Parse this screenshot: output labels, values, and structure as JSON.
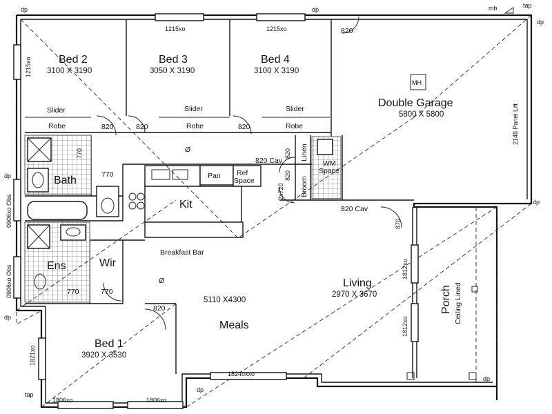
{
  "rooms": {
    "bed2": {
      "name": "Bed 2",
      "size": "3100 X 3190"
    },
    "bed3": {
      "name": "Bed 3",
      "size": "3050 X 3190"
    },
    "bed4": {
      "name": "Bed 4",
      "size": "3100 X 3190"
    },
    "garage": {
      "name": "Double Garage",
      "size": "5800 X 5800"
    },
    "bath": {
      "name": "Bath"
    },
    "kit": {
      "name": "Kit"
    },
    "pan": {
      "name": "Pan"
    },
    "ref": {
      "name": "Ref Space",
      "line1": "Ref",
      "line2": "Space"
    },
    "linen": {
      "name": "Linen"
    },
    "broom": {
      "name": "Broom"
    },
    "wm": {
      "name": "WM Space",
      "line1": "WM",
      "line2": "Space"
    },
    "ens": {
      "name": "Ens"
    },
    "wir": {
      "name": "Wir"
    },
    "living": {
      "name": "Living",
      "size": "2970 X 3670"
    },
    "meals": {
      "name": "Meals",
      "size": "5110 X4300"
    },
    "bed1": {
      "name": "Bed 1",
      "size": "3920 X 3530"
    },
    "porch": {
      "name": "Porch",
      "note": "Ceiling Lined"
    }
  },
  "labels": {
    "slider": "Slider",
    "robe": "Robe",
    "breakfast_bar": "Breakfast Bar",
    "mh": "MH",
    "panel_lift": "2148 Panel Lift",
    "dp": "dp",
    "tap": "tap",
    "mb": "mb",
    "diam": "Ø"
  },
  "dims": {
    "w1215": "1215xo",
    "d820": "820",
    "d770": "770",
    "d870": "870",
    "d820cav": "820 Cav",
    "d2x720": "2x720",
    "d0906": "0906xo Obs",
    "d1812": "1812xo",
    "d1821": "1821xo",
    "d1806": "1806xo",
    "d1824": "1824oxxo"
  }
}
